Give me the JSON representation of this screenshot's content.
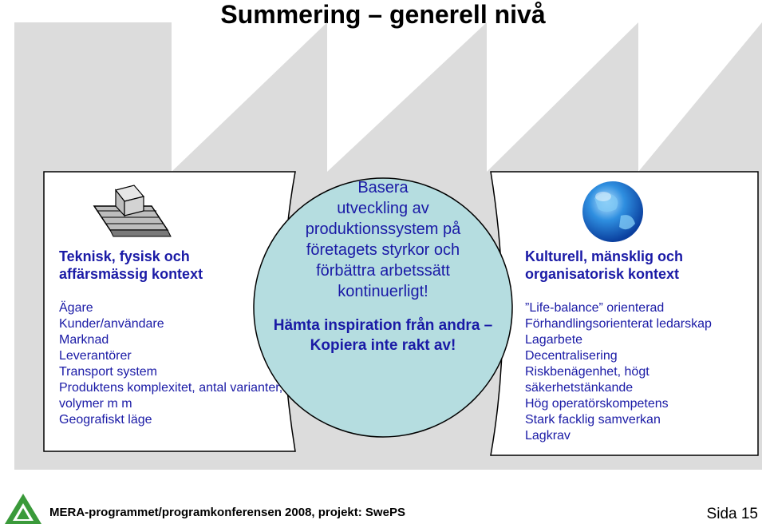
{
  "title": "Summering – generell nivå",
  "left_box": {
    "heading": [
      "Teknisk, fysisk och",
      "affärsmässig kontext"
    ],
    "items": [
      "Ägare",
      "Kunder/användare",
      "Marknad",
      "Leverantörer",
      "Transport system",
      "Produktens komplexitet, antal varianter,",
      "volymer m m",
      "Geografiskt läge"
    ]
  },
  "center": {
    "main_lines": [
      "Basera",
      "utveckling av",
      "produktionssystem på",
      "företagets styrkor och",
      "förbättra arbetssätt",
      "kontinuerligt!"
    ],
    "sub_lines": [
      "Hämta inspiration från andra –",
      "Kopiera inte rakt av!"
    ]
  },
  "right_box": {
    "heading": [
      "Kulturell, mänsklig och",
      "organisatorisk kontext"
    ],
    "items": [
      "”Life-balance” orienterad",
      "Förhandlingsorienterat ledarskap",
      "Lagarbete",
      "Decentralisering",
      "Riskbenägenhet, högt",
      "säkerhetstänkande",
      "Hög operatörskompetens",
      "Stark facklig samverkan",
      "Lagkrav"
    ]
  },
  "footer": {
    "text": "MERA-programmet/programkonferensen 2008, projekt: SwePS",
    "page": "Sida 15"
  },
  "colors": {
    "factory_gray": "#dcdcdc",
    "text_blue": "#1a1aa6",
    "circle_fill": "#b5dde0",
    "logo_green": "#3a9a3a"
  }
}
